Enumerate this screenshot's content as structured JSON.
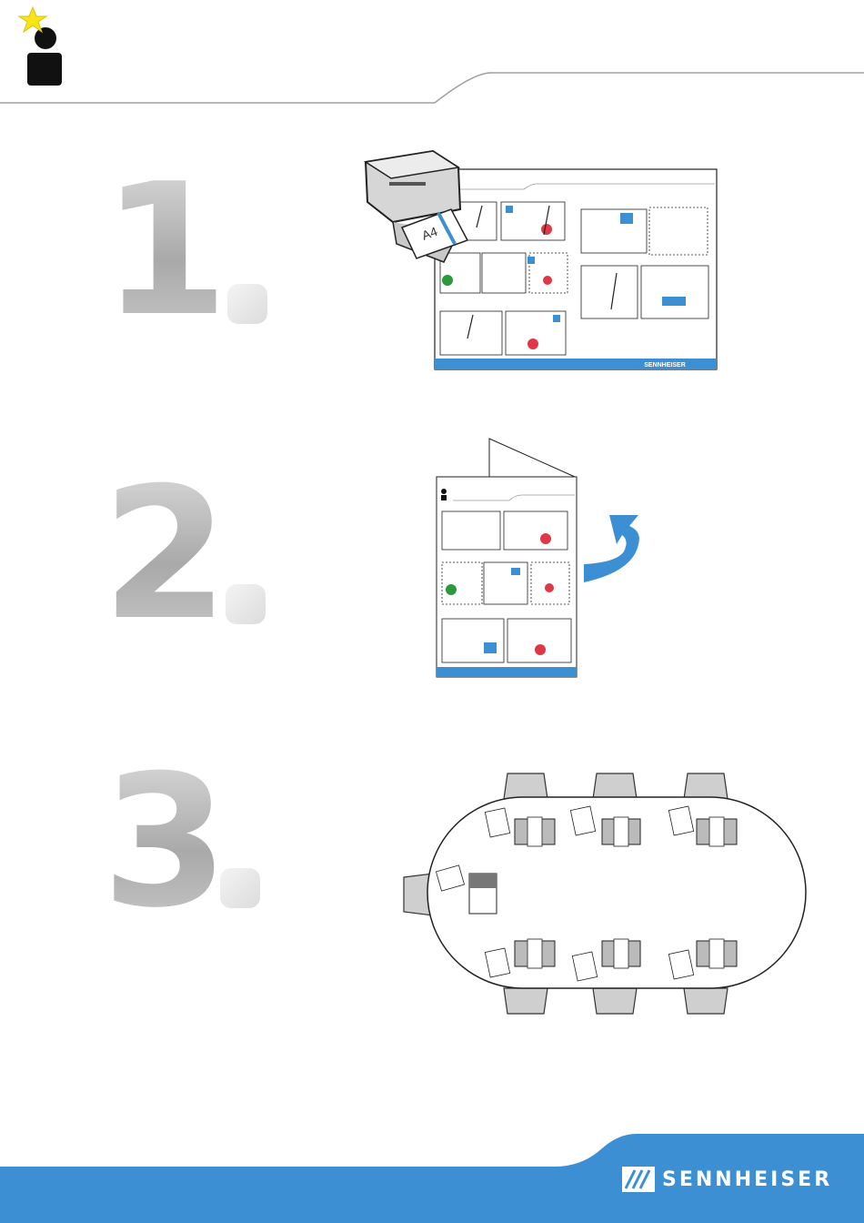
{
  "header": {
    "icon": "user-star-icon"
  },
  "steps": [
    {
      "number": "1"
    },
    {
      "number": "2"
    },
    {
      "number": "3"
    }
  ],
  "printer": {
    "paper_label": "A4"
  },
  "sheet": {
    "footer_brand": "SENNHEISER"
  },
  "footer": {
    "brand": "SENNHEISER",
    "logo": "sennheiser-logo-icon"
  },
  "colors": {
    "accent": "#3d8fd4",
    "star": "#f7e51a",
    "ink": "#1a1a1a",
    "gray_line": "#9a9a9a"
  }
}
